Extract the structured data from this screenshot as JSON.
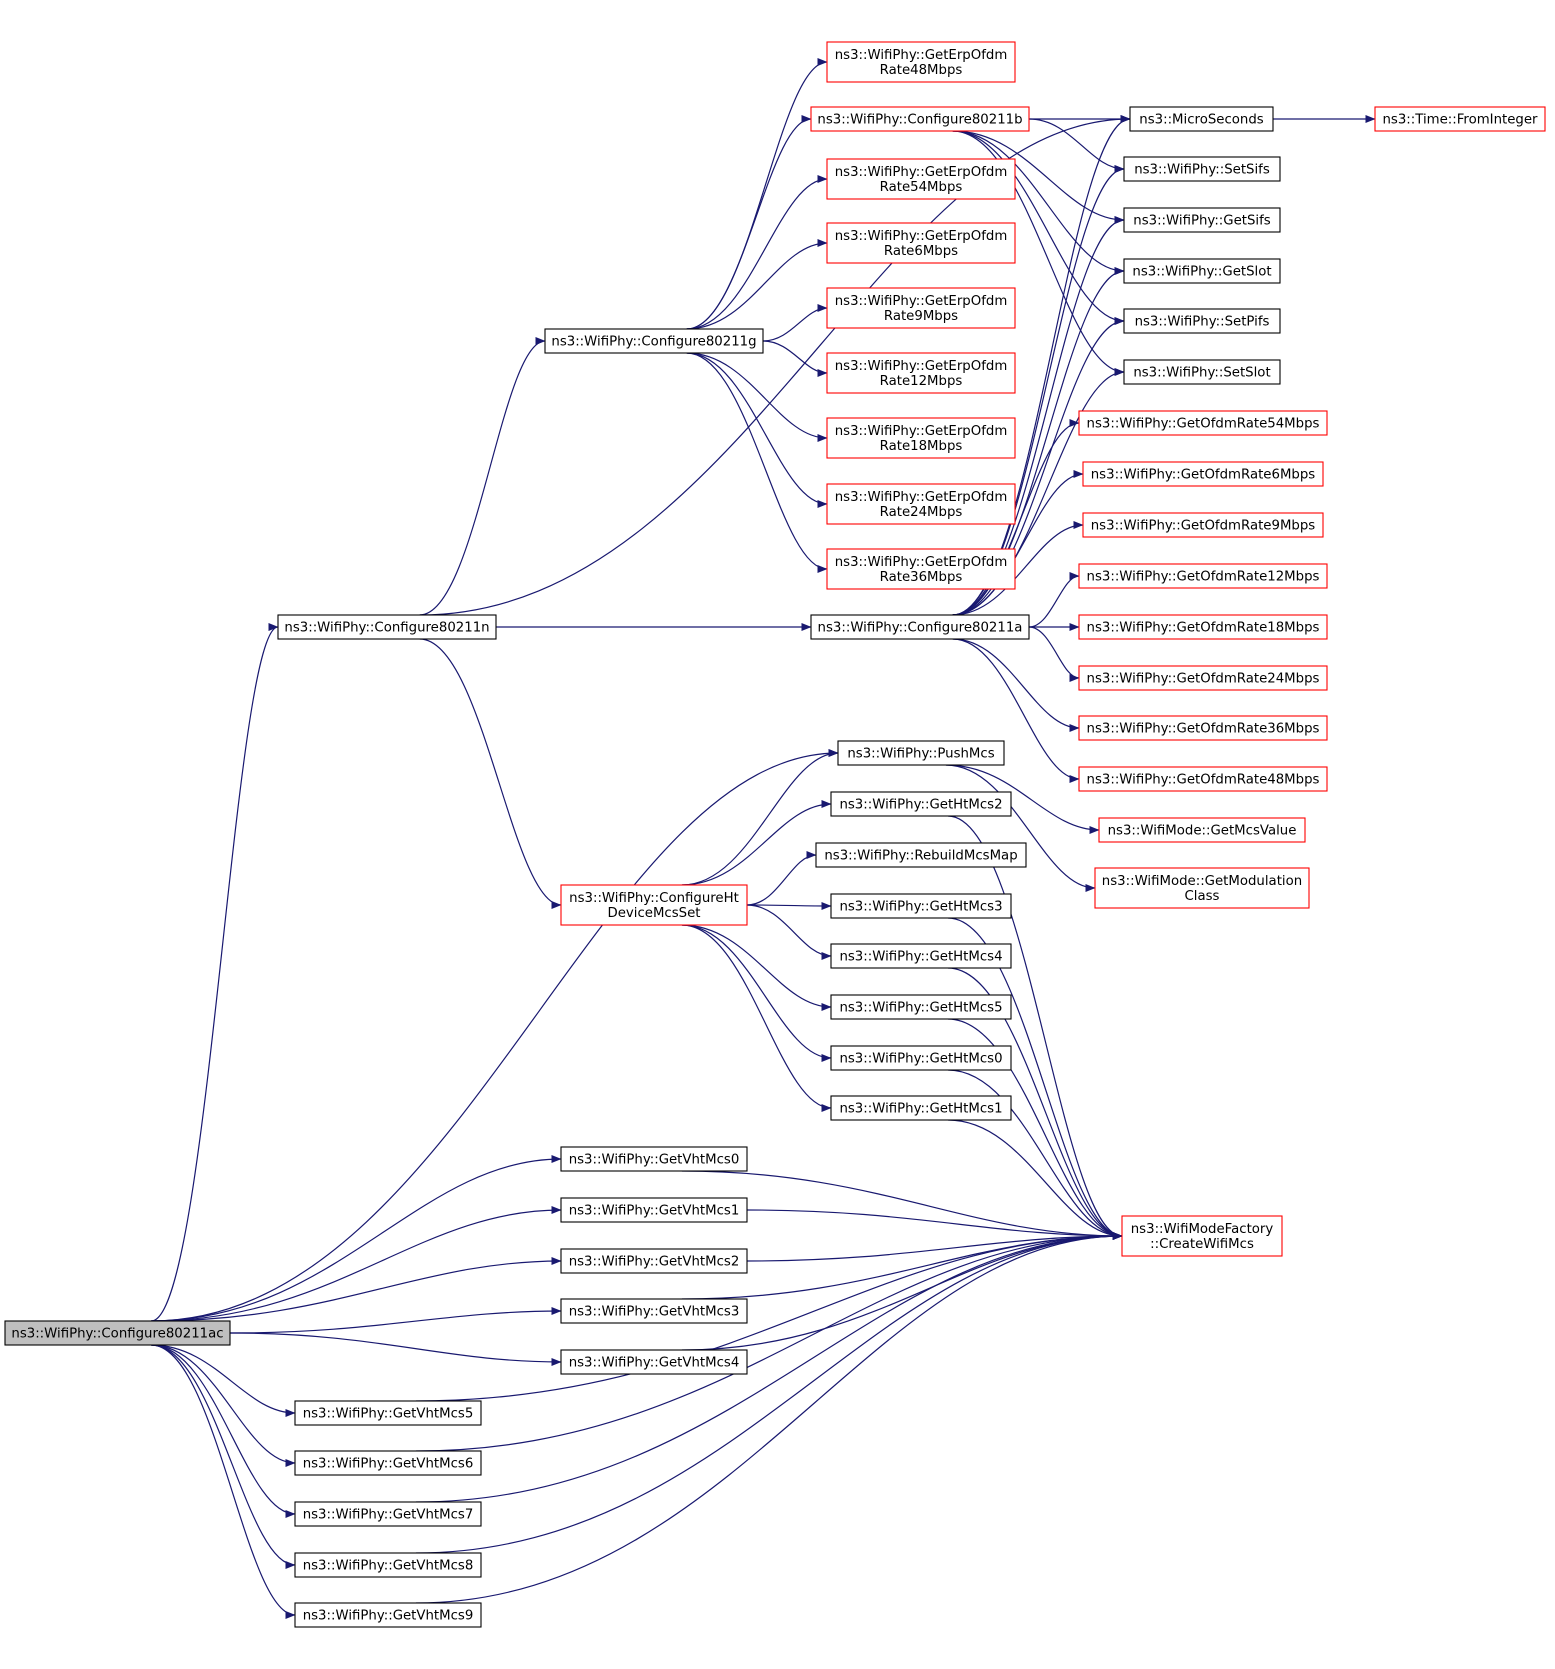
{
  "colors": {
    "edge": "#191970",
    "normal_border": "#000000",
    "truncated_border": "#ff0000",
    "root_fill": "#bfbfbf",
    "node_fill": "#ffffff"
  },
  "nodes": {
    "configure80211ac": {
      "lines": [
        "ns3::WifiPhy::Configure80211ac"
      ],
      "style": "root"
    },
    "configure80211n": {
      "lines": [
        "ns3::WifiPhy::Configure80211n"
      ],
      "style": "normal"
    },
    "configure80211g": {
      "lines": [
        "ns3::WifiPhy::Configure80211g"
      ],
      "style": "normal"
    },
    "configure80211a": {
      "lines": [
        "ns3::WifiPhy::Configure80211a"
      ],
      "style": "normal"
    },
    "configure80211b": {
      "lines": [
        "ns3::WifiPhy::Configure80211b"
      ],
      "style": "truncated"
    },
    "configure-ht-device-mcs-set": {
      "lines": [
        "ns3::WifiPhy::ConfigureHt",
        "DeviceMcsSet"
      ],
      "style": "truncated"
    },
    "push-mcs": {
      "lines": [
        "ns3::WifiPhy::PushMcs"
      ],
      "style": "normal"
    },
    "rebuild-mcs-map": {
      "lines": [
        "ns3::WifiPhy::RebuildMcsMap"
      ],
      "style": "normal"
    },
    "get-ht-mcs2": {
      "lines": [
        "ns3::WifiPhy::GetHtMcs2"
      ],
      "style": "normal"
    },
    "get-ht-mcs3": {
      "lines": [
        "ns3::WifiPhy::GetHtMcs3"
      ],
      "style": "normal"
    },
    "get-ht-mcs4": {
      "lines": [
        "ns3::WifiPhy::GetHtMcs4"
      ],
      "style": "normal"
    },
    "get-ht-mcs5": {
      "lines": [
        "ns3::WifiPhy::GetHtMcs5"
      ],
      "style": "normal"
    },
    "get-ht-mcs0": {
      "lines": [
        "ns3::WifiPhy::GetHtMcs0"
      ],
      "style": "normal"
    },
    "get-ht-mcs1": {
      "lines": [
        "ns3::WifiPhy::GetHtMcs1"
      ],
      "style": "normal"
    },
    "get-vht-mcs0": {
      "lines": [
        "ns3::WifiPhy::GetVhtMcs0"
      ],
      "style": "normal"
    },
    "get-vht-mcs1": {
      "lines": [
        "ns3::WifiPhy::GetVhtMcs1"
      ],
      "style": "normal"
    },
    "get-vht-mcs2": {
      "lines": [
        "ns3::WifiPhy::GetVhtMcs2"
      ],
      "style": "normal"
    },
    "get-vht-mcs3": {
      "lines": [
        "ns3::WifiPhy::GetVhtMcs3"
      ],
      "style": "normal"
    },
    "get-vht-mcs4": {
      "lines": [
        "ns3::WifiPhy::GetVhtMcs4"
      ],
      "style": "normal"
    },
    "get-vht-mcs5": {
      "lines": [
        "ns3::WifiPhy::GetVhtMcs5"
      ],
      "style": "normal"
    },
    "get-vht-mcs6": {
      "lines": [
        "ns3::WifiPhy::GetVhtMcs6"
      ],
      "style": "normal"
    },
    "get-vht-mcs7": {
      "lines": [
        "ns3::WifiPhy::GetVhtMcs7"
      ],
      "style": "normal"
    },
    "get-vht-mcs8": {
      "lines": [
        "ns3::WifiPhy::GetVhtMcs8"
      ],
      "style": "normal"
    },
    "get-vht-mcs9": {
      "lines": [
        "ns3::WifiPhy::GetVhtMcs9"
      ],
      "style": "normal"
    },
    "get-erp-ofdm-rate48": {
      "lines": [
        "ns3::WifiPhy::GetErpOfdm",
        "Rate48Mbps"
      ],
      "style": "truncated"
    },
    "get-erp-ofdm-rate54": {
      "lines": [
        "ns3::WifiPhy::GetErpOfdm",
        "Rate54Mbps"
      ],
      "style": "truncated"
    },
    "get-erp-ofdm-rate6": {
      "lines": [
        "ns3::WifiPhy::GetErpOfdm",
        "Rate6Mbps"
      ],
      "style": "truncated"
    },
    "get-erp-ofdm-rate9": {
      "lines": [
        "ns3::WifiPhy::GetErpOfdm",
        "Rate9Mbps"
      ],
      "style": "truncated"
    },
    "get-erp-ofdm-rate12": {
      "lines": [
        "ns3::WifiPhy::GetErpOfdm",
        "Rate12Mbps"
      ],
      "style": "truncated"
    },
    "get-erp-ofdm-rate18": {
      "lines": [
        "ns3::WifiPhy::GetErpOfdm",
        "Rate18Mbps"
      ],
      "style": "truncated"
    },
    "get-erp-ofdm-rate24": {
      "lines": [
        "ns3::WifiPhy::GetErpOfdm",
        "Rate24Mbps"
      ],
      "style": "truncated"
    },
    "get-erp-ofdm-rate36": {
      "lines": [
        "ns3::WifiPhy::GetErpOfdm",
        "Rate36Mbps"
      ],
      "style": "truncated"
    },
    "micro-seconds": {
      "lines": [
        "ns3::MicroSeconds"
      ],
      "style": "normal"
    },
    "time-from-integer": {
      "lines": [
        "ns3::Time::FromInteger"
      ],
      "style": "truncated"
    },
    "set-sifs": {
      "lines": [
        "ns3::WifiPhy::SetSifs"
      ],
      "style": "normal"
    },
    "get-sifs": {
      "lines": [
        "ns3::WifiPhy::GetSifs"
      ],
      "style": "normal"
    },
    "get-slot": {
      "lines": [
        "ns3::WifiPhy::GetSlot"
      ],
      "style": "normal"
    },
    "set-pifs": {
      "lines": [
        "ns3::WifiPhy::SetPifs"
      ],
      "style": "normal"
    },
    "set-slot": {
      "lines": [
        "ns3::WifiPhy::SetSlot"
      ],
      "style": "normal"
    },
    "get-ofdm-rate54": {
      "lines": [
        "ns3::WifiPhy::GetOfdmRate54Mbps"
      ],
      "style": "truncated"
    },
    "get-ofdm-rate6": {
      "lines": [
        "ns3::WifiPhy::GetOfdmRate6Mbps"
      ],
      "style": "truncated"
    },
    "get-ofdm-rate9": {
      "lines": [
        "ns3::WifiPhy::GetOfdmRate9Mbps"
      ],
      "style": "truncated"
    },
    "get-ofdm-rate12": {
      "lines": [
        "ns3::WifiPhy::GetOfdmRate12Mbps"
      ],
      "style": "truncated"
    },
    "get-ofdm-rate18": {
      "lines": [
        "ns3::WifiPhy::GetOfdmRate18Mbps"
      ],
      "style": "truncated"
    },
    "get-ofdm-rate24": {
      "lines": [
        "ns3::WifiPhy::GetOfdmRate24Mbps"
      ],
      "style": "truncated"
    },
    "get-ofdm-rate36": {
      "lines": [
        "ns3::WifiPhy::GetOfdmRate36Mbps"
      ],
      "style": "truncated"
    },
    "get-ofdm-rate48": {
      "lines": [
        "ns3::WifiPhy::GetOfdmRate48Mbps"
      ],
      "style": "truncated"
    },
    "get-mcs-value": {
      "lines": [
        "ns3::WifiMode::GetMcsValue"
      ],
      "style": "truncated"
    },
    "get-modulation-class": {
      "lines": [
        "ns3::WifiMode::GetModulation",
        "Class"
      ],
      "style": "truncated"
    },
    "create-wifi-mcs": {
      "lines": [
        "ns3::WifiModeFactory",
        "::CreateWifiMcs"
      ],
      "style": "truncated"
    }
  },
  "edges": [
    [
      "configure80211ac",
      "configure80211n"
    ],
    [
      "configure80211ac",
      "push-mcs"
    ],
    [
      "configure80211ac",
      "get-vht-mcs0"
    ],
    [
      "configure80211ac",
      "get-vht-mcs1"
    ],
    [
      "configure80211ac",
      "get-vht-mcs2"
    ],
    [
      "configure80211ac",
      "get-vht-mcs3"
    ],
    [
      "configure80211ac",
      "get-vht-mcs4"
    ],
    [
      "configure80211ac",
      "get-vht-mcs5"
    ],
    [
      "configure80211ac",
      "get-vht-mcs6"
    ],
    [
      "configure80211ac",
      "get-vht-mcs7"
    ],
    [
      "configure80211ac",
      "get-vht-mcs8"
    ],
    [
      "configure80211ac",
      "get-vht-mcs9"
    ],
    [
      "configure80211n",
      "micro-seconds"
    ],
    [
      "configure80211n",
      "configure80211g"
    ],
    [
      "configure80211n",
      "configure80211a"
    ],
    [
      "configure80211n",
      "configure-ht-device-mcs-set"
    ],
    [
      "configure80211g",
      "get-erp-ofdm-rate48"
    ],
    [
      "configure80211g",
      "configure80211b"
    ],
    [
      "configure80211g",
      "get-erp-ofdm-rate54"
    ],
    [
      "configure80211g",
      "get-erp-ofdm-rate6"
    ],
    [
      "configure80211g",
      "get-erp-ofdm-rate9"
    ],
    [
      "configure80211g",
      "get-erp-ofdm-rate12"
    ],
    [
      "configure80211g",
      "get-erp-ofdm-rate18"
    ],
    [
      "configure80211g",
      "get-erp-ofdm-rate24"
    ],
    [
      "configure80211g",
      "get-erp-ofdm-rate36"
    ],
    [
      "configure80211b",
      "micro-seconds"
    ],
    [
      "configure80211b",
      "set-sifs"
    ],
    [
      "configure80211b",
      "get-sifs"
    ],
    [
      "configure80211b",
      "get-slot"
    ],
    [
      "configure80211b",
      "set-pifs"
    ],
    [
      "configure80211b",
      "set-slot"
    ],
    [
      "configure80211a",
      "micro-seconds"
    ],
    [
      "configure80211a",
      "set-sifs"
    ],
    [
      "configure80211a",
      "get-sifs"
    ],
    [
      "configure80211a",
      "get-slot"
    ],
    [
      "configure80211a",
      "set-pifs"
    ],
    [
      "configure80211a",
      "set-slot"
    ],
    [
      "configure80211a",
      "get-ofdm-rate54"
    ],
    [
      "configure80211a",
      "get-ofdm-rate6"
    ],
    [
      "configure80211a",
      "get-ofdm-rate9"
    ],
    [
      "configure80211a",
      "get-ofdm-rate12"
    ],
    [
      "configure80211a",
      "get-ofdm-rate18"
    ],
    [
      "configure80211a",
      "get-ofdm-rate24"
    ],
    [
      "configure80211a",
      "get-ofdm-rate36"
    ],
    [
      "configure80211a",
      "get-ofdm-rate48"
    ],
    [
      "micro-seconds",
      "time-from-integer"
    ],
    [
      "push-mcs",
      "get-mcs-value"
    ],
    [
      "push-mcs",
      "get-modulation-class"
    ],
    [
      "configure-ht-device-mcs-set",
      "push-mcs"
    ],
    [
      "configure-ht-device-mcs-set",
      "get-ht-mcs2"
    ],
    [
      "configure-ht-device-mcs-set",
      "rebuild-mcs-map"
    ],
    [
      "configure-ht-device-mcs-set",
      "get-ht-mcs3"
    ],
    [
      "configure-ht-device-mcs-set",
      "get-ht-mcs4"
    ],
    [
      "configure-ht-device-mcs-set",
      "get-ht-mcs5"
    ],
    [
      "configure-ht-device-mcs-set",
      "get-ht-mcs0"
    ],
    [
      "configure-ht-device-mcs-set",
      "get-ht-mcs1"
    ],
    [
      "get-ht-mcs2",
      "create-wifi-mcs"
    ],
    [
      "get-ht-mcs3",
      "create-wifi-mcs"
    ],
    [
      "get-ht-mcs4",
      "create-wifi-mcs"
    ],
    [
      "get-ht-mcs5",
      "create-wifi-mcs"
    ],
    [
      "get-ht-mcs0",
      "create-wifi-mcs"
    ],
    [
      "get-ht-mcs1",
      "create-wifi-mcs"
    ],
    [
      "get-vht-mcs0",
      "create-wifi-mcs"
    ],
    [
      "get-vht-mcs1",
      "create-wifi-mcs"
    ],
    [
      "get-vht-mcs2",
      "create-wifi-mcs"
    ],
    [
      "get-vht-mcs3",
      "create-wifi-mcs"
    ],
    [
      "get-vht-mcs4",
      "create-wifi-mcs"
    ],
    [
      "get-vht-mcs5",
      "create-wifi-mcs"
    ],
    [
      "get-vht-mcs6",
      "create-wifi-mcs"
    ],
    [
      "get-vht-mcs7",
      "create-wifi-mcs"
    ],
    [
      "get-vht-mcs8",
      "create-wifi-mcs"
    ],
    [
      "get-vht-mcs9",
      "create-wifi-mcs"
    ]
  ]
}
